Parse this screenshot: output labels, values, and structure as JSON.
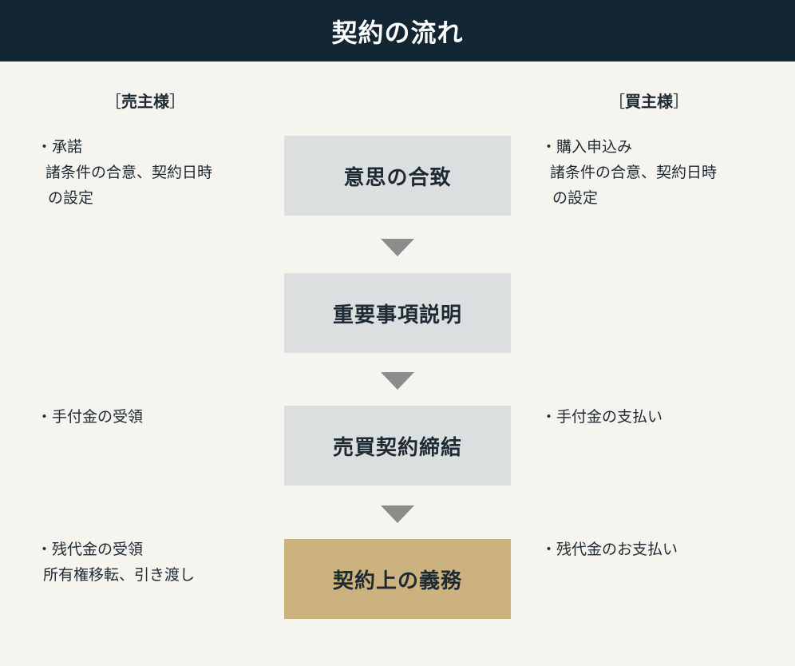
{
  "title": "契約の流れ",
  "seller_header": "売主様",
  "buyer_header": "買主様",
  "steps": [
    {
      "label": "意思の合致",
      "seller": [
        "・承諾",
        "諸条件の合意、契約日時",
        "の設定"
      ],
      "buyer": [
        "・購入申込み",
        "諸条件の合意、契約日時",
        "の設定"
      ]
    },
    {
      "label": "重要事項説明",
      "seller": [],
      "buyer": []
    },
    {
      "label": "売買契約締結",
      "seller": [
        "・手付金の受領"
      ],
      "buyer": [
        "・手付金の支払い"
      ]
    },
    {
      "label": "契約上の義務",
      "seller": [
        "・残代金の受領",
        "所有権移転、引き渡し"
      ],
      "buyer": [
        "・残代金のお支払い"
      ]
    }
  ],
  "colors": {
    "header_bg": "#132634",
    "background": "#f5f4ee",
    "step_box": "#dcdfdf",
    "final_step_box": "#ccb27f",
    "arrow": "#8c8c8c"
  }
}
